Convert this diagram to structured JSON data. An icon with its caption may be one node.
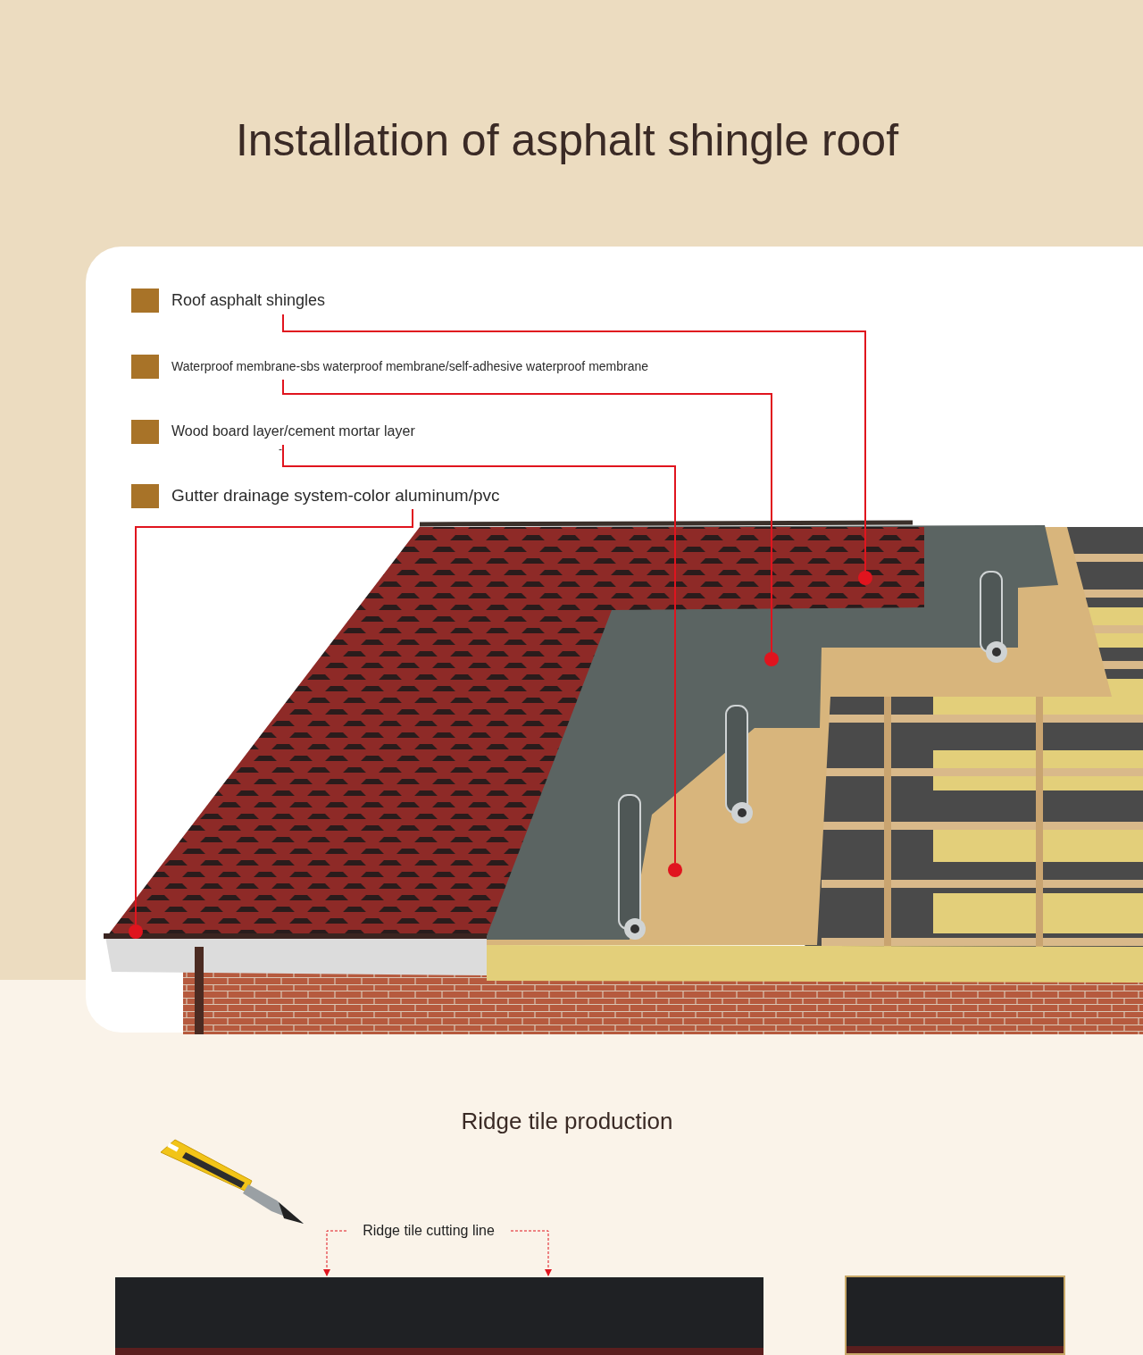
{
  "diagram": {
    "title": "Installation of asphalt shingle roof",
    "nodes": [
      {
        "text": [
          "Roof asphalt shingles"
        ]
      },
      {
        "text": [
          "Waterproof membrane-sbs waterproof membrane/self-adhesive waterproof membrane"
        ]
      },
      {
        "text": [
          "Wood board layer/cement mortar layer"
        ]
      },
      {
        "text": [
          "Gutter drainage system-color aluminum/pvc"
        ]
      },
      {
        "text": [],
        "shape": "circle"
      },
      {
        "text": [],
        "shape": "circle"
      },
      {
        "text": [],
        "shape": "circle"
      },
      {
        "text": [],
        "shape": "circle"
      },
      {
        "text": [
          "Ridge tile cutting line"
        ]
      },
      {
        "text": [],
        "shape": "bar"
      },
      {
        "text": [],
        "shape": "bar"
      }
    ],
    "edges": [
      {
        "from": 0,
        "to": 4,
        "arrow": "none"
      },
      {
        "from": 1,
        "to": 5,
        "arrow": "none"
      },
      {
        "from": 2,
        "to": 6,
        "arrow": "none"
      },
      {
        "from": 3,
        "to": 7,
        "arrow": "none"
      },
      {
        "from": 8,
        "to": 9,
        "arrow": "to",
        "style": "dashed"
      },
      {
        "from": 8,
        "to": 9,
        "arrow": "to",
        "style": "dashed"
      }
    ],
    "labels": [
      "-",
      "Ridge tile production"
    ]
  }
}
